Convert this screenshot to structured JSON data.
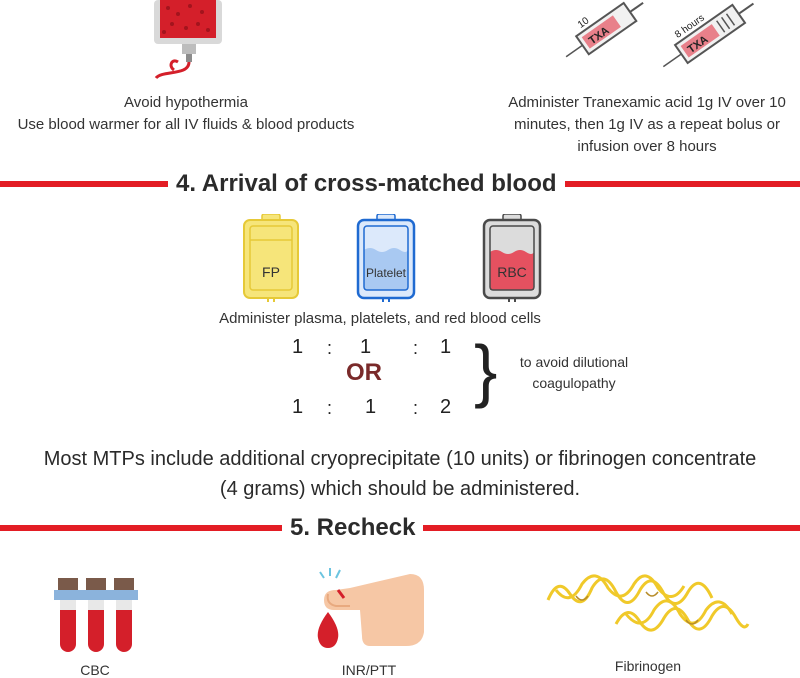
{
  "colors": {
    "accent_red": "#e31d24",
    "dark_red": "#7a2a2a",
    "plasma": "#f6e57a",
    "platelet": "#a9c9f2",
    "rbc": "#e55160"
  },
  "top": {
    "left_caption_line1": "Avoid hypothermia",
    "left_caption_line2": "Use blood warmer for all IV fluids & blood products",
    "right_caption_line1": "Administer Tranexamic acid 1g IV over 10",
    "right_caption_line2": "minutes, then 1g IV as a repeat bolus or",
    "right_caption_line3": "infusion over 8 hours",
    "syringe1_label": "TXA",
    "syringe1_top": "10",
    "syringe2_label": "TXA",
    "syringe2_top": "8 hours"
  },
  "section4": {
    "title": "4. Arrival of cross-matched blood",
    "bags": [
      {
        "label": "FP",
        "icon": "plasma-bag-icon"
      },
      {
        "label": "Platelet",
        "icon": "platelet-bag-icon"
      },
      {
        "label": "RBC",
        "icon": "rbc-bag-icon"
      }
    ],
    "instruction": "Administer plasma, platelets, and red blood cells",
    "ratio1": [
      "1",
      "1",
      "1"
    ],
    "or_text": "OR",
    "ratio2": [
      "1",
      "1",
      "2"
    ],
    "colon": ":",
    "brace": "}",
    "note_line1": "to avoid dilutional",
    "note_line2": "coagulopathy",
    "extra_line1": "Most MTPs include additional cryoprecipitate (10 units) or fibrinogen concentrate",
    "extra_line2": "(4 grams) which should be administered."
  },
  "section5": {
    "title": "5. Recheck",
    "items": [
      {
        "label": "CBC",
        "icon": "blood-tubes-icon"
      },
      {
        "label": "INR/PTT",
        "icon": "finger-prick-icon"
      },
      {
        "label": "Fibrinogen",
        "icon": "fibrinogen-strands-icon"
      }
    ]
  }
}
